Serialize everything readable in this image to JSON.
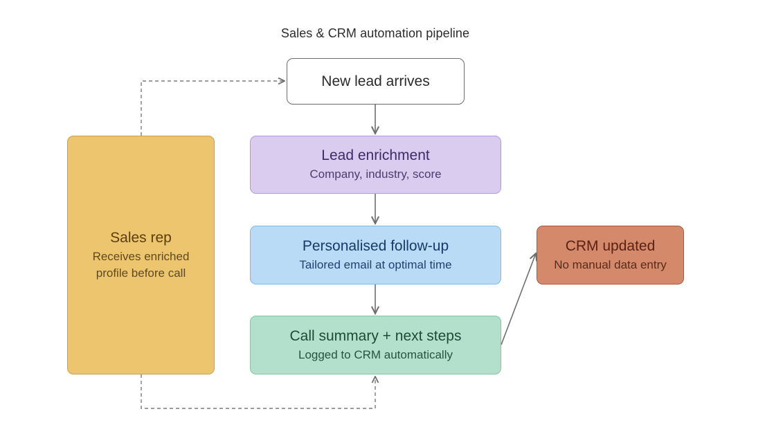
{
  "title": "Sales & CRM automation pipeline",
  "nodes": {
    "new_lead": {
      "label": "New lead arrives"
    },
    "enrichment": {
      "label": "Lead enrichment",
      "sub": "Company, industry, score"
    },
    "follow_up": {
      "label": "Personalised follow-up",
      "sub": "Tailored email at optimal time"
    },
    "call_summary": {
      "label": "Call summary + next steps",
      "sub": "Logged to CRM automatically"
    },
    "sales_rep": {
      "label": "Sales rep",
      "sub_line1": "Receives enriched",
      "sub_line2": "profile before call"
    },
    "crm": {
      "label": "CRM updated",
      "sub": "No manual data entry"
    }
  },
  "edges": [
    {
      "from": "new_lead",
      "to": "enrichment",
      "style": "solid"
    },
    {
      "from": "enrichment",
      "to": "follow_up",
      "style": "solid"
    },
    {
      "from": "follow_up",
      "to": "call_summary",
      "style": "solid"
    },
    {
      "from": "call_summary",
      "to": "crm",
      "style": "solid"
    },
    {
      "from": "sales_rep",
      "to": "new_lead",
      "style": "dashed"
    },
    {
      "from": "sales_rep",
      "to": "call_summary",
      "style": "dashed"
    }
  ],
  "colors": {
    "enrichment": "#d9ccef",
    "follow_up": "#b9dbf5",
    "call_summary": "#b2e0cd",
    "sales_rep": "#ecc56e",
    "crm": "#d4896b",
    "connector": "#6e6e6e"
  }
}
